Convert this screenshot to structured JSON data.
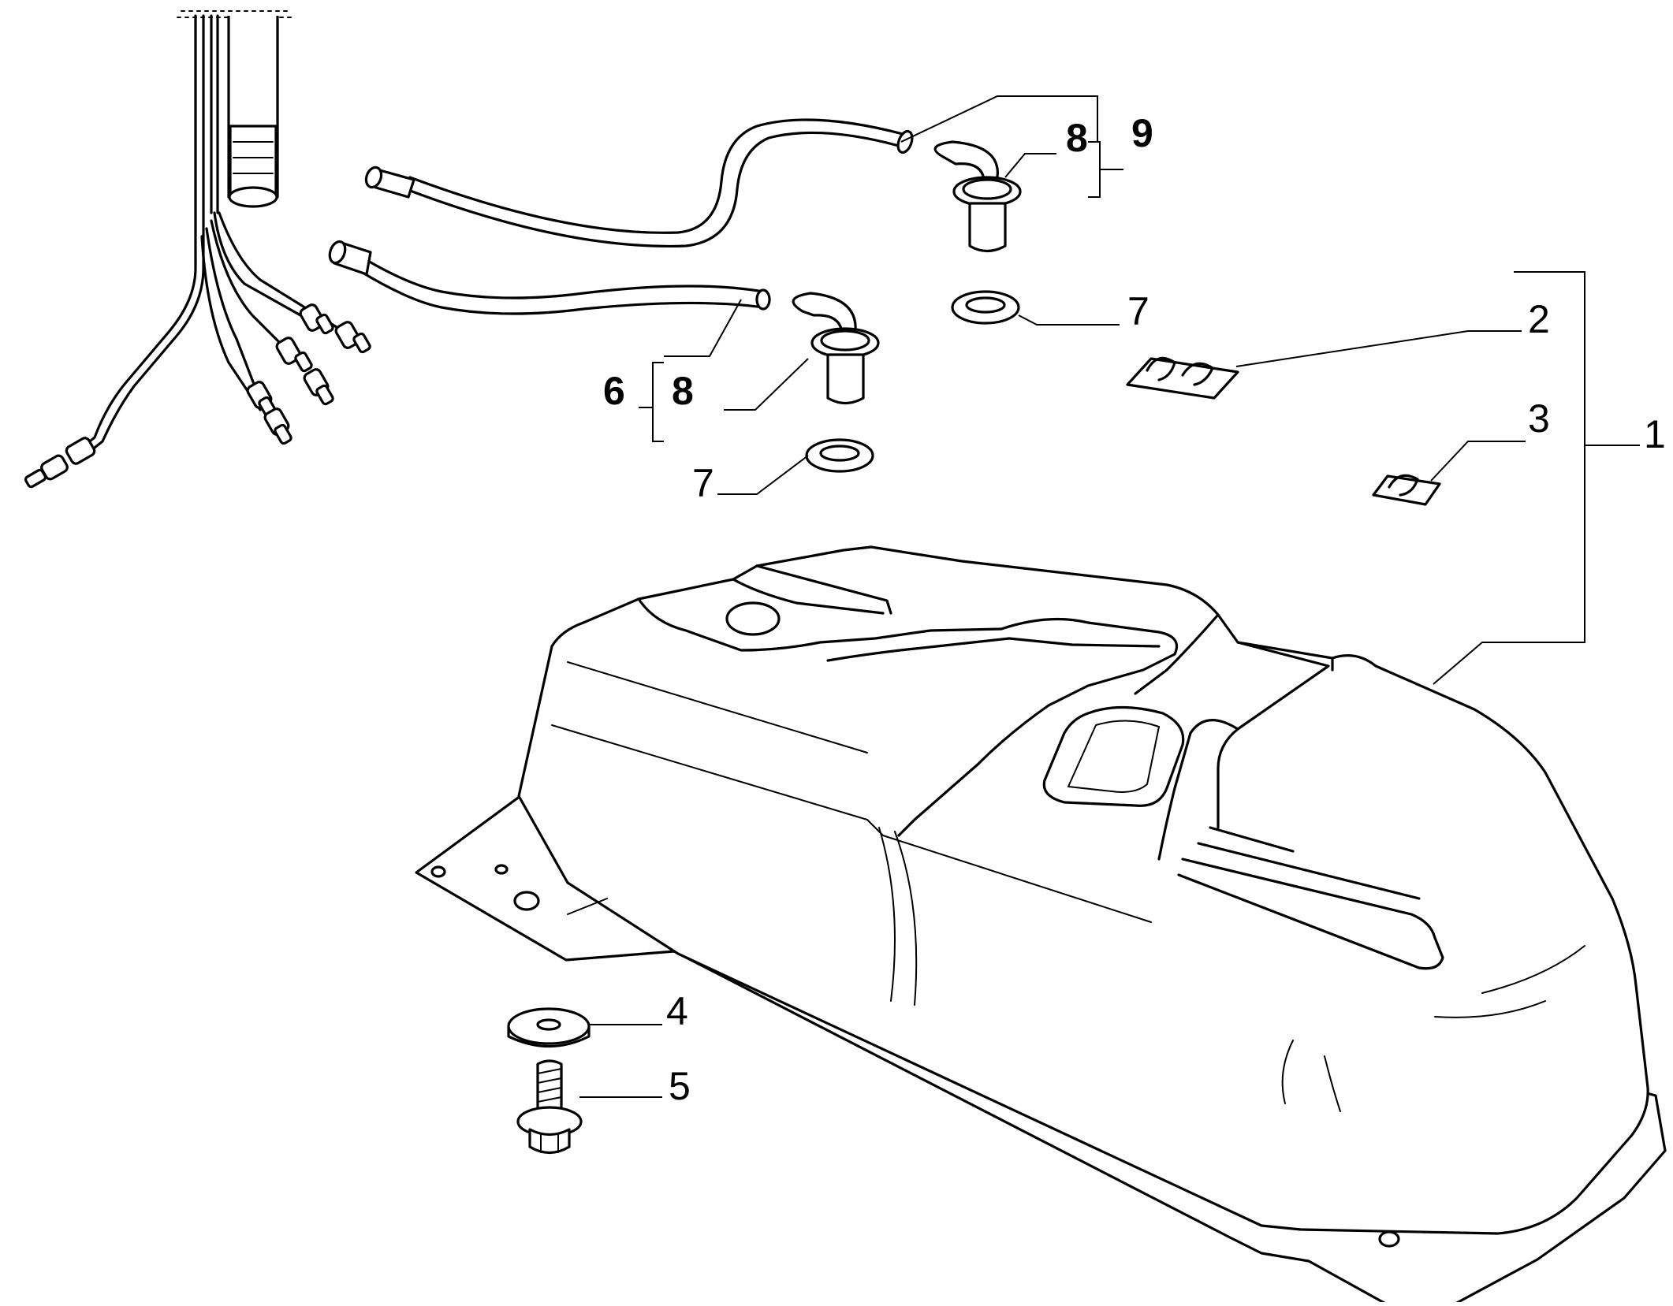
{
  "callouts": {
    "c1": "1",
    "c2": "2",
    "c3": "3",
    "c4": "4",
    "c5": "5",
    "c6": "6",
    "c7a": "7",
    "c7b": "7",
    "c8a": "8",
    "c8b": "8",
    "c9": "9"
  },
  "colors": {
    "line": "#000000",
    "background": "#ffffff"
  }
}
